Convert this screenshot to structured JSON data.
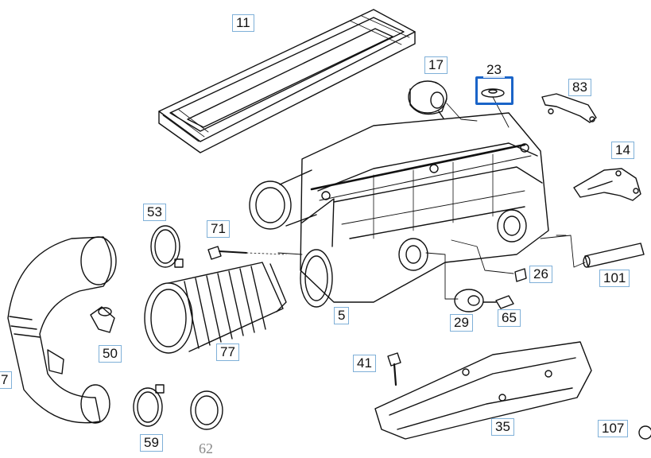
{
  "callouts": {
    "p11": "11",
    "p17": "17",
    "p23": "23",
    "p83": "83",
    "p14": "14",
    "p53": "53",
    "p71": "71",
    "p26": "26",
    "p101": "101",
    "p5": "5",
    "p29": "29",
    "p65": "65",
    "p50": "50",
    "p77": "77",
    "p41": "41",
    "p7": "7",
    "p35": "35",
    "p59": "59",
    "p62": "62",
    "p107": "107"
  },
  "colors": {
    "line": "#111111",
    "callout_border": "#7fb0d8",
    "highlight": "#1a64c8"
  },
  "highlighted_part": "23"
}
